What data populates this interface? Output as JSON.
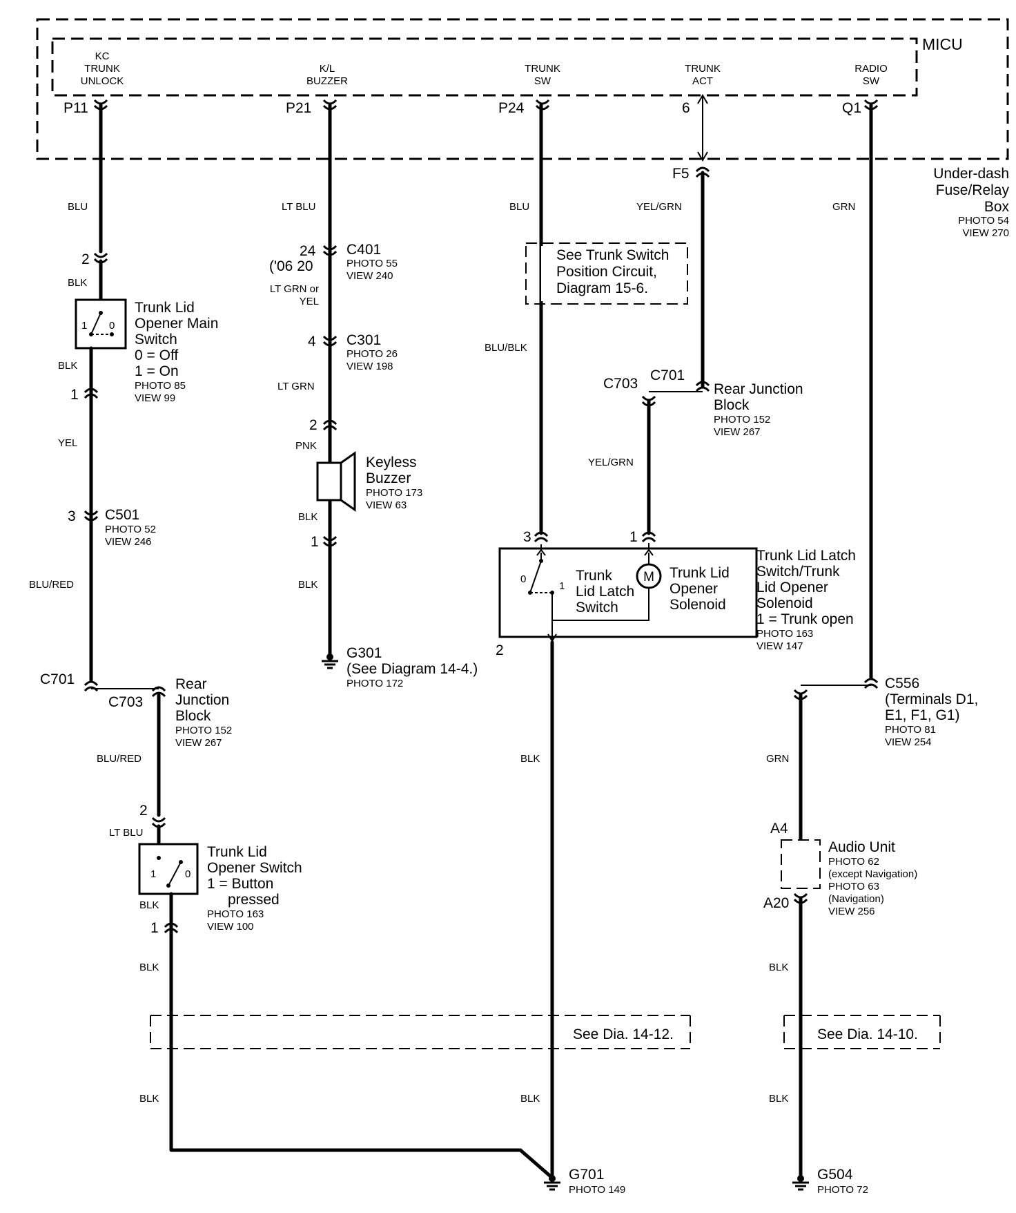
{
  "micu": {
    "title": "MICU",
    "pins": {
      "kc_line1": "KC",
      "kc_line2": "TRUNK",
      "kc_line3": "UNLOCK",
      "kl_line1": "K/L",
      "kl_line2": "BUZZER",
      "tsw_line1": "TRUNK",
      "tsw_line2": "SW",
      "tact_line1": "TRUNK",
      "tact_line2": "ACT",
      "rsw_line1": "RADIO",
      "rsw_line2": "SW"
    },
    "terminals": {
      "p11": "P11",
      "p21": "P21",
      "p24": "P24",
      "t6": "6",
      "q1": "Q1"
    }
  },
  "underdash": {
    "line1": "Under-dash",
    "line2": "Fuse/Relay",
    "line3": "Box",
    "photo": "PHOTO 54",
    "view": "VIEW 270",
    "f5": "F5"
  },
  "wires": {
    "blu": "BLU",
    "blk": "BLK",
    "yel": "YEL",
    "blu_red": "BLU/RED",
    "lt_blu": "LT BLU",
    "lt_grn_or": "LT GRN or",
    "yel2": "YEL",
    "lt_grn": "LT GRN",
    "pnk": "PNK",
    "blu_blk": "BLU/BLK",
    "yel_grn": "YEL/GRN",
    "grn": "GRN"
  },
  "pins": {
    "p1": "1",
    "p2": "2",
    "p3": "3",
    "p4": "4",
    "p24": "24",
    "a4": "A4",
    "a20": "A20"
  },
  "connectors": {
    "c401": {
      "name": "C401",
      "photo": "PHOTO 55",
      "view": "VIEW 240",
      "note": "('06 20"
    },
    "c301": {
      "name": "C301",
      "photo": "PHOTO 26",
      "view": "VIEW 198"
    },
    "c501": {
      "name": "C501",
      "photo": "PHOTO 52",
      "view": "VIEW 246"
    },
    "c701": "C701",
    "c703": "C703",
    "c556": {
      "name": "C556",
      "line2": "(Terminals D1,",
      "line3": "E1, F1, G1)",
      "photo": "PHOTO 81",
      "view": "VIEW 254"
    }
  },
  "components": {
    "main_switch": {
      "l1": "Trunk Lid",
      "l2": "Opener Main",
      "l3": "Switch",
      "l4": "0 = Off",
      "l5": "1 = On",
      "photo": "PHOTO 85",
      "view": "VIEW 99",
      "pos1": "1",
      "pos0": "0"
    },
    "buzzer": {
      "l1": "Keyless",
      "l2": "Buzzer",
      "photo": "PHOTO 173",
      "view": "VIEW 63"
    },
    "rjb_right": {
      "l1": "Rear Junction",
      "l2": "Block",
      "photo": "PHOTO 152",
      "view": "VIEW 267"
    },
    "rjb_left": {
      "l1": "Rear",
      "l2": "Junction",
      "l3": "Block",
      "photo": "PHOTO 152",
      "view": "VIEW 267"
    },
    "latch": {
      "sw_l1": "Trunk",
      "sw_l2": "Lid Latch",
      "sw_l3": "Switch",
      "sol_l1": "Trunk Lid",
      "sol_l2": "Opener",
      "sol_l3": "Solenoid",
      "ext_l1": "Trunk Lid Latch",
      "ext_l2": "Switch/Trunk",
      "ext_l3": "Lid Opener",
      "ext_l4": "Solenoid",
      "ext_l5": "1 = Trunk open",
      "photo": "PHOTO 163",
      "view": "VIEW 147",
      "motor": "M",
      "pos0": "0",
      "pos1": "1"
    },
    "opener_switch": {
      "l1": "Trunk Lid",
      "l2": "Opener Switch",
      "l3": "1 = Button",
      "l4": "pressed",
      "photo": "PHOTO 163",
      "view": "VIEW 100",
      "pos1": "1",
      "pos0": "0"
    },
    "audio": {
      "l1": "Audio Unit",
      "photo1": "PHOTO 62",
      "note1": "(except Navigation)",
      "photo2": "PHOTO 63",
      "note2": "(Navigation)",
      "view": "VIEW 256"
    }
  },
  "references": {
    "trunk_switch": {
      "l1": "See Trunk Switch",
      "l2": "Position Circuit,",
      "l3": "Diagram 15-6."
    },
    "dia_14_12": "See Dia. 14-12.",
    "dia_14_10": "See Dia. 14-10."
  },
  "grounds": {
    "g301": {
      "name": "G301",
      "note": "(See Diagram 14-4.)",
      "photo": "PHOTO 172"
    },
    "g701": {
      "name": "G701",
      "photo": "PHOTO 149"
    },
    "g504": {
      "name": "G504",
      "photo": "PHOTO 72"
    }
  }
}
